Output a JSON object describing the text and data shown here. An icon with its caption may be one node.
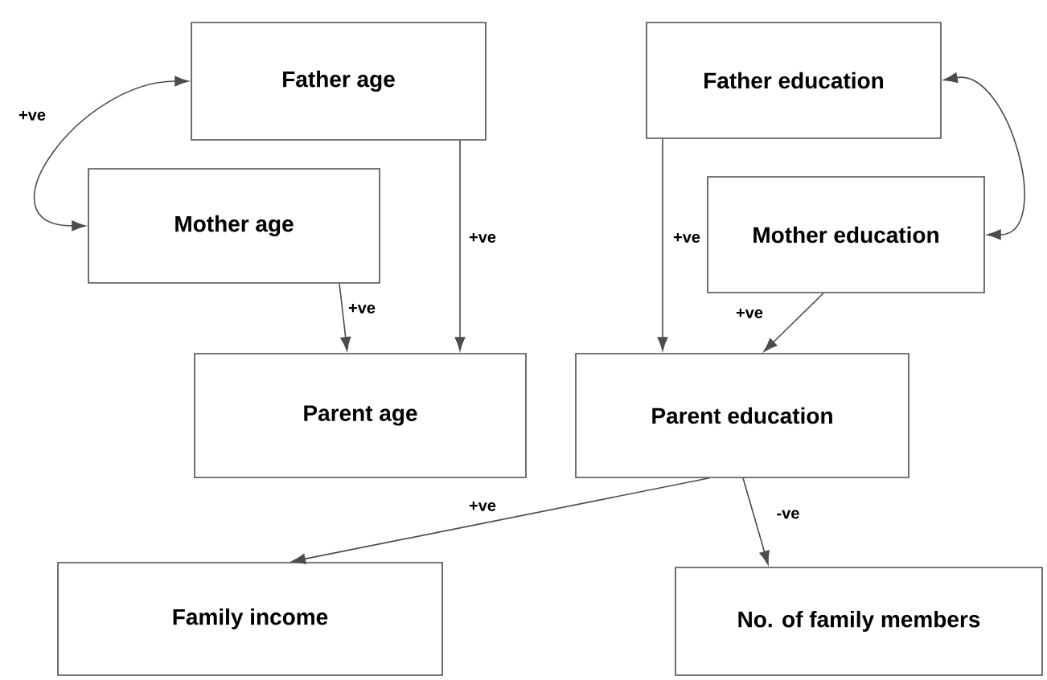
{
  "diagram": {
    "nodes": [
      {
        "text": [
          "Father age"
        ]
      },
      {
        "text": [
          "Mother age"
        ]
      },
      {
        "text": [
          "Parent age"
        ]
      },
      {
        "text": [
          "Father education"
        ]
      },
      {
        "text": [
          "Mother education"
        ]
      },
      {
        "text": [
          "Parent education"
        ]
      },
      {
        "text": [
          "Family income"
        ]
      },
      {
        "text": [
          "No. of family members"
        ]
      }
    ],
    "edges": [
      {
        "from": 0,
        "to": 1,
        "arrow": "both",
        "label": "+ve"
      },
      {
        "from": 0,
        "to": 2,
        "arrow": "to",
        "label": "+ve"
      },
      {
        "from": 1,
        "to": 2,
        "arrow": "to",
        "label": "+ve"
      },
      {
        "from": 3,
        "to": 4,
        "arrow": "both"
      },
      {
        "from": 3,
        "to": 5,
        "arrow": "to",
        "label": "+ve"
      },
      {
        "from": 4,
        "to": 5,
        "arrow": "to",
        "label": "+ve"
      },
      {
        "from": 5,
        "to": 6,
        "arrow": "to",
        "label": "+ve"
      },
      {
        "from": 5,
        "to": 7,
        "arrow": "to",
        "label": "-ve"
      }
    ]
  }
}
